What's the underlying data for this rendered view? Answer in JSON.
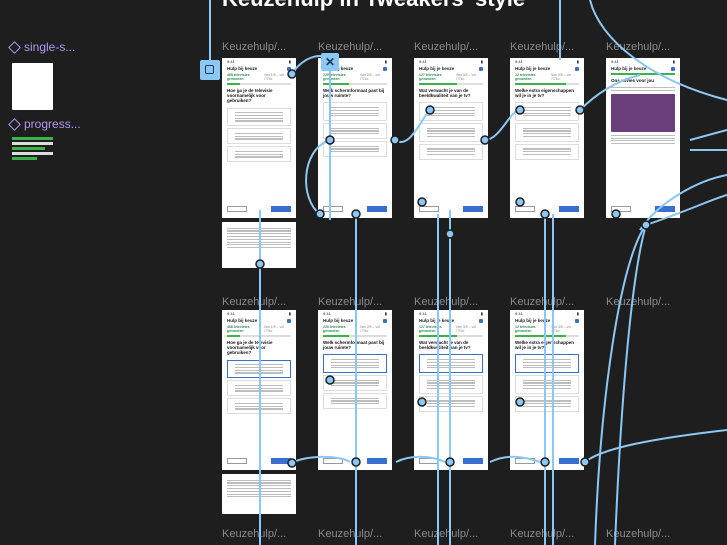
{
  "canvas_title": "Keuzehulp in Tweakers' style",
  "components": [
    {
      "label": "single-s..."
    },
    {
      "label": "progress..."
    }
  ],
  "frame_label": "Keuzehulp/...",
  "screens": [
    {
      "title": "Hulp bij keuze",
      "progress_text": "468 televisies gevonden",
      "step": "Van 1/5 – vol 7/7ko",
      "question": "Hoe ga je de televisie voornamelijk voor gebruiken?"
    },
    {
      "title": "Hulp bij keuze",
      "progress_text": "229 televisies gevonden",
      "step": "Van 2/5 – vol 7/7ko",
      "question": "Welk schermformaat past bij jouw ruimte?"
    },
    {
      "title": "Hulp bij je keuze",
      "progress_text": "127 televisies gevonden",
      "step": "Van 3/5 – vol 7/7ko",
      "question": "Wat verwacht je van de beeldkwaliteit van je tv?"
    },
    {
      "title": "Hulp bij je keuze",
      "progress_text": "12 televisies gevonden",
      "step": "Van 4/5 – vol 7/7ko",
      "question": "Welke extra eigenschappen wil je in je tv?"
    },
    {
      "title": "Hulp bij je keuze",
      "progress_text": "",
      "step": "",
      "question": "Ons advies voor jou"
    }
  ],
  "colors": {
    "wire": "#8cc8f5",
    "accent": "#3a6fd0",
    "green": "#3bb34a"
  },
  "icons": [
    "prototype-start-icon",
    "close-overlay-icon"
  ]
}
